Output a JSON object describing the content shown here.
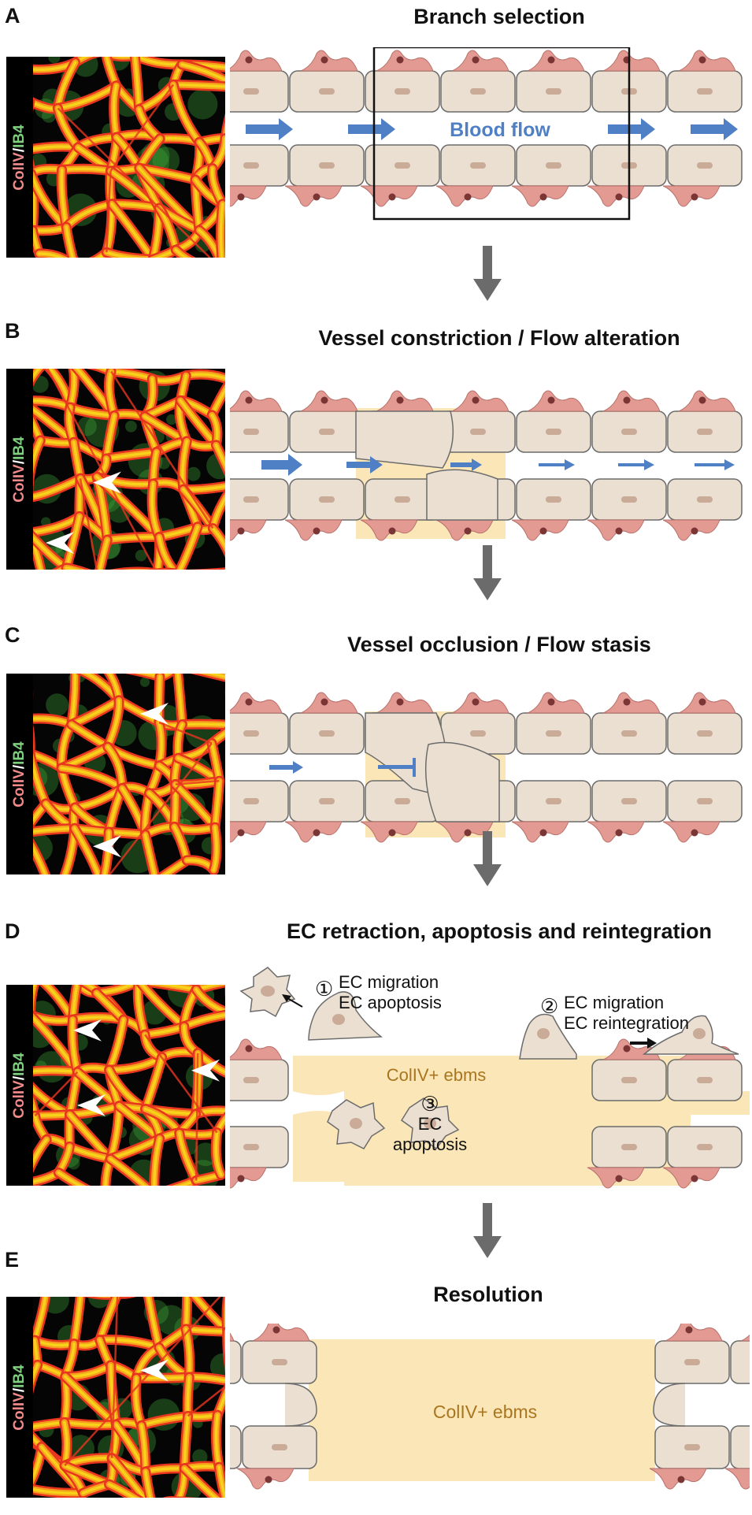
{
  "panels": [
    {
      "letter": "A",
      "title": "Branch selection"
    },
    {
      "letter": "B",
      "title": "Vessel constriction / Flow alteration"
    },
    {
      "letter": "C",
      "title": "Vessel occlusion / Flow stasis"
    },
    {
      "letter": "D",
      "title": "EC retraction, apoptosis and reintegration"
    },
    {
      "letter": "E",
      "title": "Resolution"
    }
  ],
  "stain": {
    "part1": "ColIV",
    "sep": "/",
    "part2": "IB4"
  },
  "labels": {
    "blood_flow": "Blood flow",
    "step1_num": "①",
    "step1_line1": "EC migration",
    "step1_line2": "EC apoptosis",
    "step2_num": "②",
    "step2_line1": "EC migration",
    "step2_line2": "EC reintegration",
    "ebms": "ColIV+ ebms",
    "step3_num": "③",
    "step3_line1": "EC",
    "step3_line2": "apoptosis",
    "ebms_e": "ColIV+ ebms"
  },
  "colors": {
    "ec_fill": "#eadfd0",
    "ec_stroke": "#6b6b6b",
    "pericyte": "#e29a92",
    "nucleus": "#c9ab98",
    "flow_arrow": "#4f7fc4",
    "ebms": "#fbe6b8",
    "ebms_text": "#a9761f",
    "down_arrow": "#6b6b6b",
    "vessel_red": "#e8351f",
    "vessel_yellow": "#f7d11a",
    "ib4_green": "#3faa3a"
  }
}
